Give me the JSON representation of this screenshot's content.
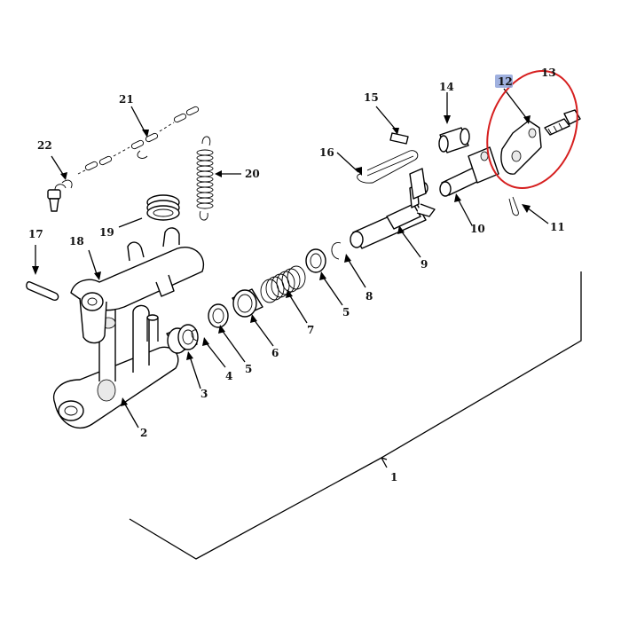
{
  "callouts": {
    "c1": "1",
    "c2": "2",
    "c3": "3",
    "c4": "4",
    "c5a": "5",
    "c5b": "5",
    "c6": "6",
    "c7": "7",
    "c8": "8",
    "c9": "9",
    "c10": "10",
    "c11": "11",
    "c12": "12",
    "c13": "13",
    "c14": "14",
    "c15": "15",
    "c16": "16",
    "c17": "17",
    "c18": "18",
    "c19": "19",
    "c20": "20",
    "c21": "21",
    "c22": "22"
  },
  "highlight": {
    "selected_callout": "12",
    "highlight_color": "#8fa3d9",
    "circle_color": "#d61f1f"
  }
}
